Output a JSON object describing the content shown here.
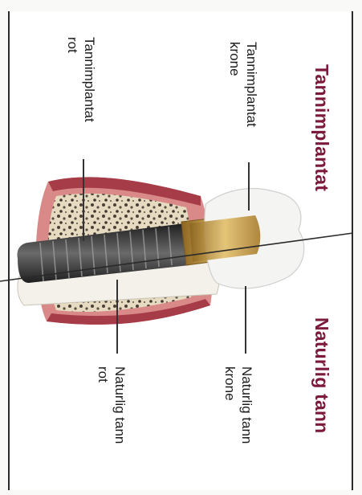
{
  "headings": {
    "implant": "Tannimplantat",
    "natural": "Naturlig tann"
  },
  "labels": {
    "implant_crown": [
      "Tannimplantat",
      "krone"
    ],
    "implant_root": [
      "Tannimplantat",
      "rot"
    ],
    "natural_crown": [
      "Naturlig tann",
      "krone"
    ],
    "natural_root": [
      "Naturlig tann",
      "rot"
    ]
  },
  "colors": {
    "heading": "#7b1a3a",
    "gum": "#d98a88",
    "bone": "#e8dcc4",
    "enamel": "#f4f4f2",
    "gold": "#c9a04a",
    "screw": "#3a3a3a"
  }
}
